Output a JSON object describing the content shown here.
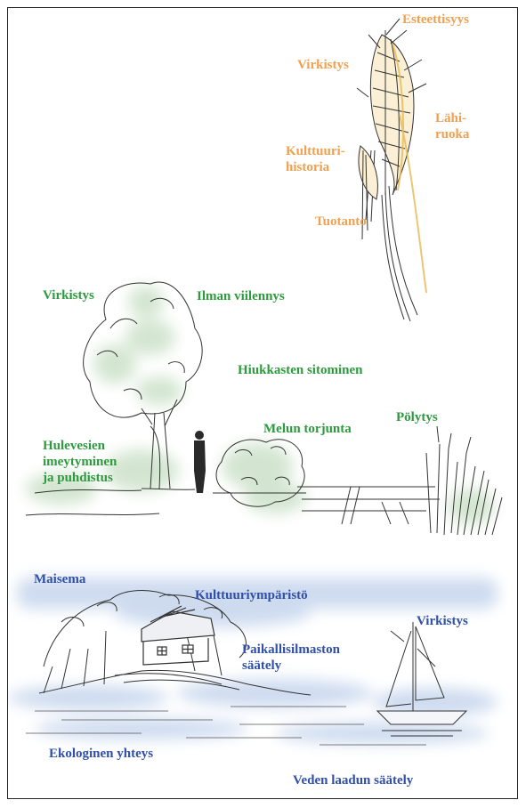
{
  "colors": {
    "cultivation": "#f0a050",
    "green_infrastructure": "#2e9a3e",
    "water": "#2f4fa8",
    "foliage_wash": "#cfe3cc",
    "water_wash": "#c9d8ee"
  },
  "sections": [
    {
      "name": "wheat",
      "labels": [
        {
          "key": "esteettisyys",
          "text": "Esteettisyys"
        },
        {
          "key": "virkistys",
          "text": "Virkistys"
        },
        {
          "key": "lahiruoka",
          "text": "Lähi-\nruoka"
        },
        {
          "key": "kulttuurihistoria",
          "text": "Kulttuuri-\nhistoria"
        },
        {
          "key": "tuotanto",
          "text": "Tuotanto"
        }
      ]
    },
    {
      "name": "park",
      "labels": [
        {
          "key": "virkistys",
          "text": "Virkistys"
        },
        {
          "key": "ilman_viilennys",
          "text": "Ilman viilennys"
        },
        {
          "key": "hiukkasten_sitominen",
          "text": "Hiukkasten sitominen"
        },
        {
          "key": "melun_torjunta",
          "text": "Melun torjunta"
        },
        {
          "key": "polytys",
          "text": "Pölytys"
        },
        {
          "key": "hulevesien",
          "text": "Hulevesien\nimeytyminen\nja puhdistus"
        }
      ]
    },
    {
      "name": "lake",
      "labels": [
        {
          "key": "maisema",
          "text": "Maisema"
        },
        {
          "key": "kulttuuriymparisto",
          "text": "Kulttuuriympäristö"
        },
        {
          "key": "virkistys",
          "text": "Virkistys"
        },
        {
          "key": "paikallisilmaston",
          "text": "Paikallisilmaston\nsäätely"
        },
        {
          "key": "ekologinen_yhteys",
          "text": "Ekologinen yhteys"
        },
        {
          "key": "veden_laadun",
          "text": "Veden laadun säätely"
        }
      ]
    }
  ]
}
